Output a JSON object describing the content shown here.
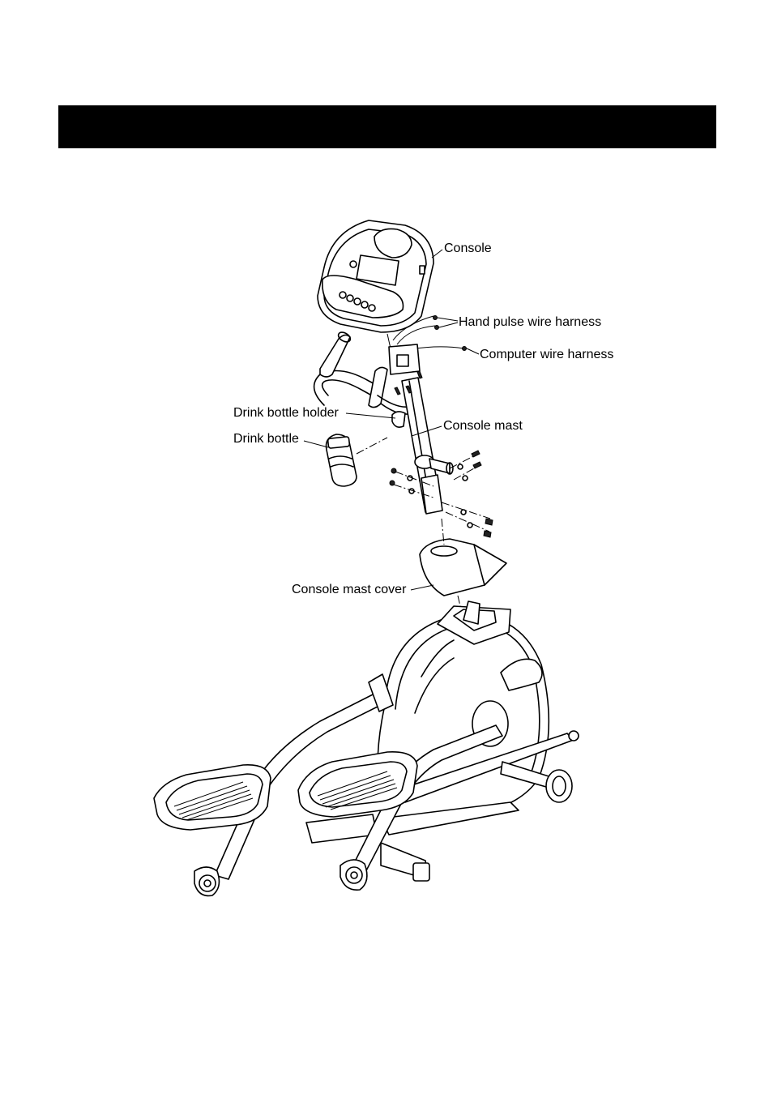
{
  "header": {
    "text": ""
  },
  "labels": {
    "console": "Console",
    "hand_pulse_wire_harness": "Hand pulse wire harness",
    "computer_wire_harness": "Computer wire harness",
    "drink_bottle_holder": "Drink bottle holder",
    "console_mast": "Console mast",
    "drink_bottle": "Drink bottle",
    "console_mast_cover": "Console mast cover"
  }
}
